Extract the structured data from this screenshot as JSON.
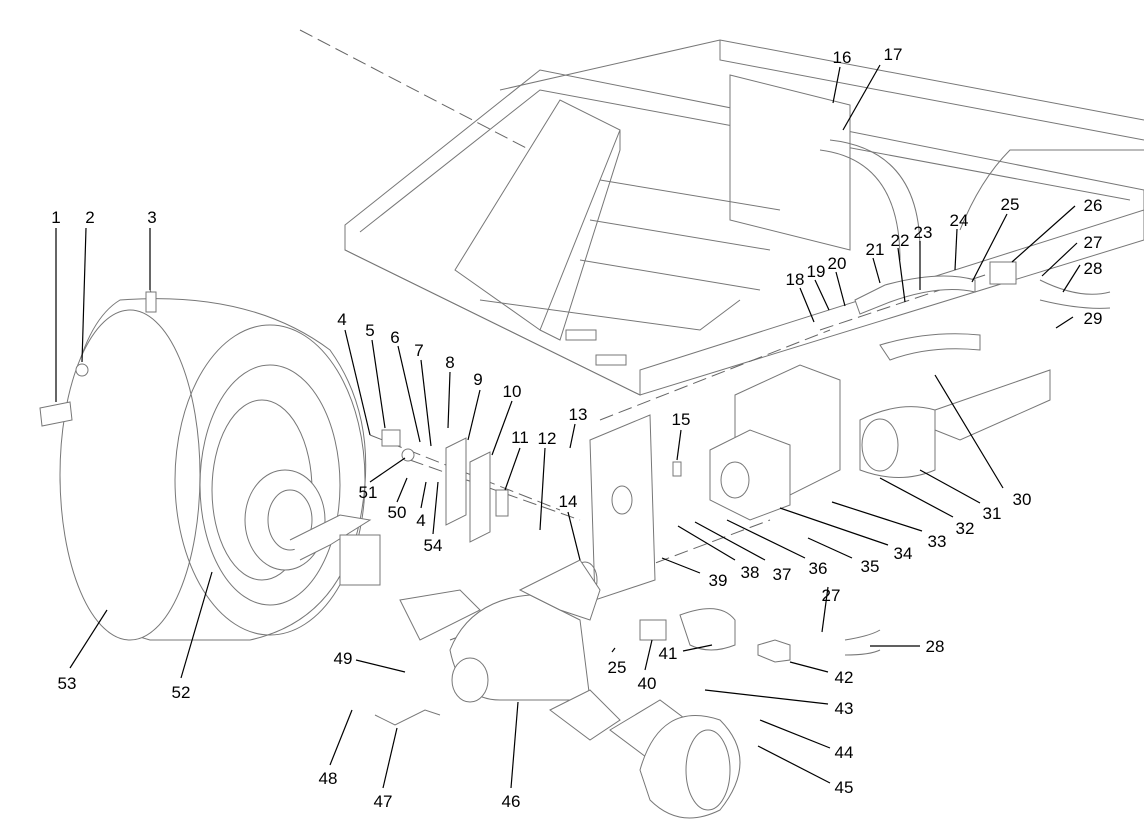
{
  "callouts": [
    "1",
    "2",
    "3",
    "4",
    "5",
    "6",
    "7",
    "8",
    "9",
    "10",
    "11",
    "12",
    "13",
    "14",
    "15",
    "16",
    "17",
    "18",
    "19",
    "20",
    "21",
    "22",
    "23",
    "24",
    "25",
    "26",
    "27",
    "28",
    "29",
    "30",
    "31",
    "32",
    "33",
    "34",
    "35",
    "36",
    "37",
    "38",
    "39",
    "40",
    "41",
    "42",
    "43",
    "44",
    "45",
    "46",
    "47",
    "48",
    "49",
    "50",
    "51",
    "52",
    "53",
    "54"
  ],
  "repeat_callouts": {
    "c4b": "4",
    "c25b": "25",
    "c27b": "27",
    "c28b": "28"
  }
}
